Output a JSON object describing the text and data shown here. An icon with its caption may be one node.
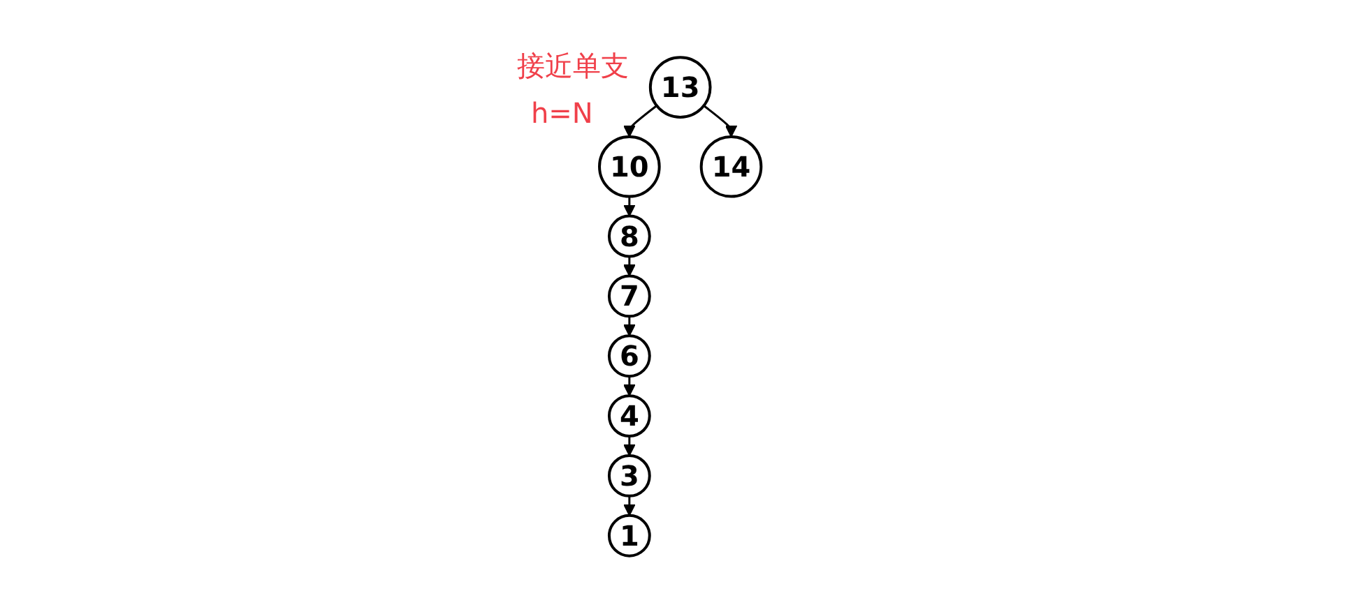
{
  "diagram": {
    "nodes": [
      {
        "text": [
          "13"
        ]
      },
      {
        "text": [
          "10"
        ]
      },
      {
        "text": [
          "14"
        ]
      },
      {
        "text": [
          "8"
        ]
      },
      {
        "text": [
          "7"
        ]
      },
      {
        "text": [
          "6"
        ]
      },
      {
        "text": [
          "4"
        ]
      },
      {
        "text": [
          "3"
        ]
      },
      {
        "text": [
          "1"
        ]
      }
    ],
    "edges": [
      {
        "from": 0,
        "to": 1,
        "arrow": "to"
      },
      {
        "from": 0,
        "to": 2,
        "arrow": "to"
      },
      {
        "from": 1,
        "to": 3,
        "arrow": "to"
      },
      {
        "from": 3,
        "to": 4,
        "arrow": "to"
      },
      {
        "from": 4,
        "to": 5,
        "arrow": "to"
      },
      {
        "from": 5,
        "to": 6,
        "arrow": "to"
      },
      {
        "from": 6,
        "to": 7,
        "arrow": "to"
      },
      {
        "from": 7,
        "to": 8,
        "arrow": "to"
      }
    ],
    "labels": [
      "接近单支",
      "h=N"
    ]
  }
}
